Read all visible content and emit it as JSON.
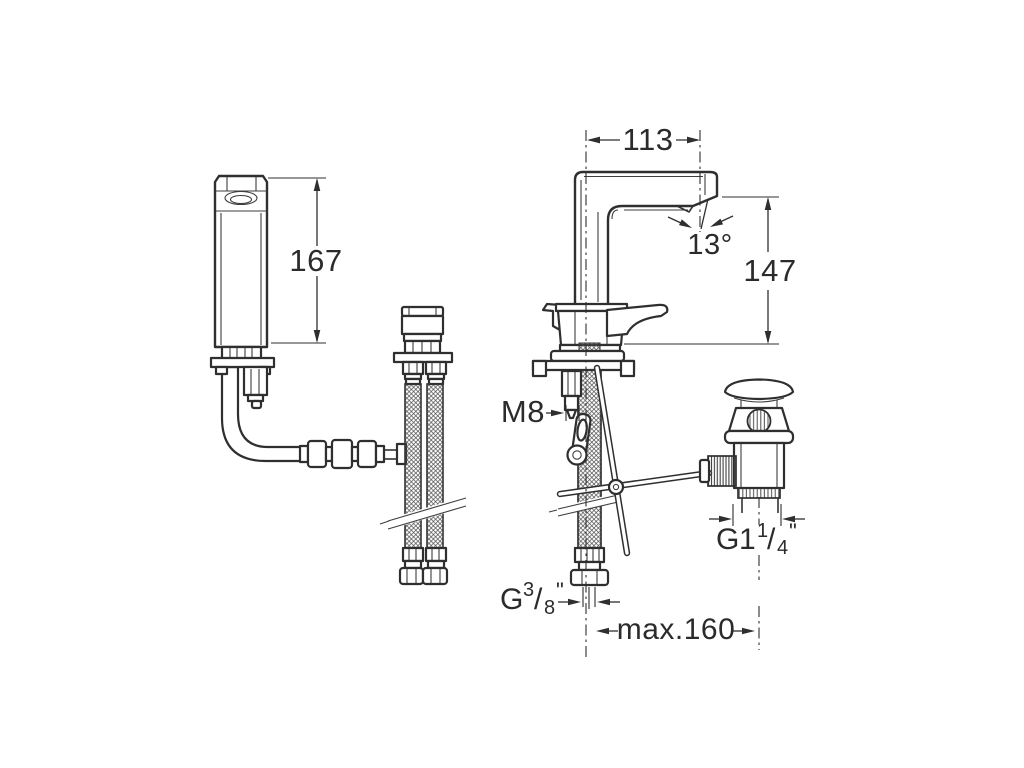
{
  "canvas": {
    "background": "#ffffff",
    "ink_color": "#2f2f2f",
    "description_icons": [
      "crosshatch-braided-hose",
      "dash-dot-centerline",
      "dimension-arrow"
    ]
  },
  "labels": {
    "spout_projection": "113",
    "total_height": "167",
    "height_to_spout": "147",
    "spout_angle": "13°",
    "fixing_thread": "M8",
    "max_depth": "max.160",
    "supply_thread": {
      "g": "G",
      "num": "3",
      "slash": "/",
      "den": "8",
      "inch": "\""
    },
    "drain_thread": {
      "g": "G",
      "whole": "1",
      "num": "1",
      "slash": "/",
      "den": "4",
      "inch": "\""
    }
  }
}
